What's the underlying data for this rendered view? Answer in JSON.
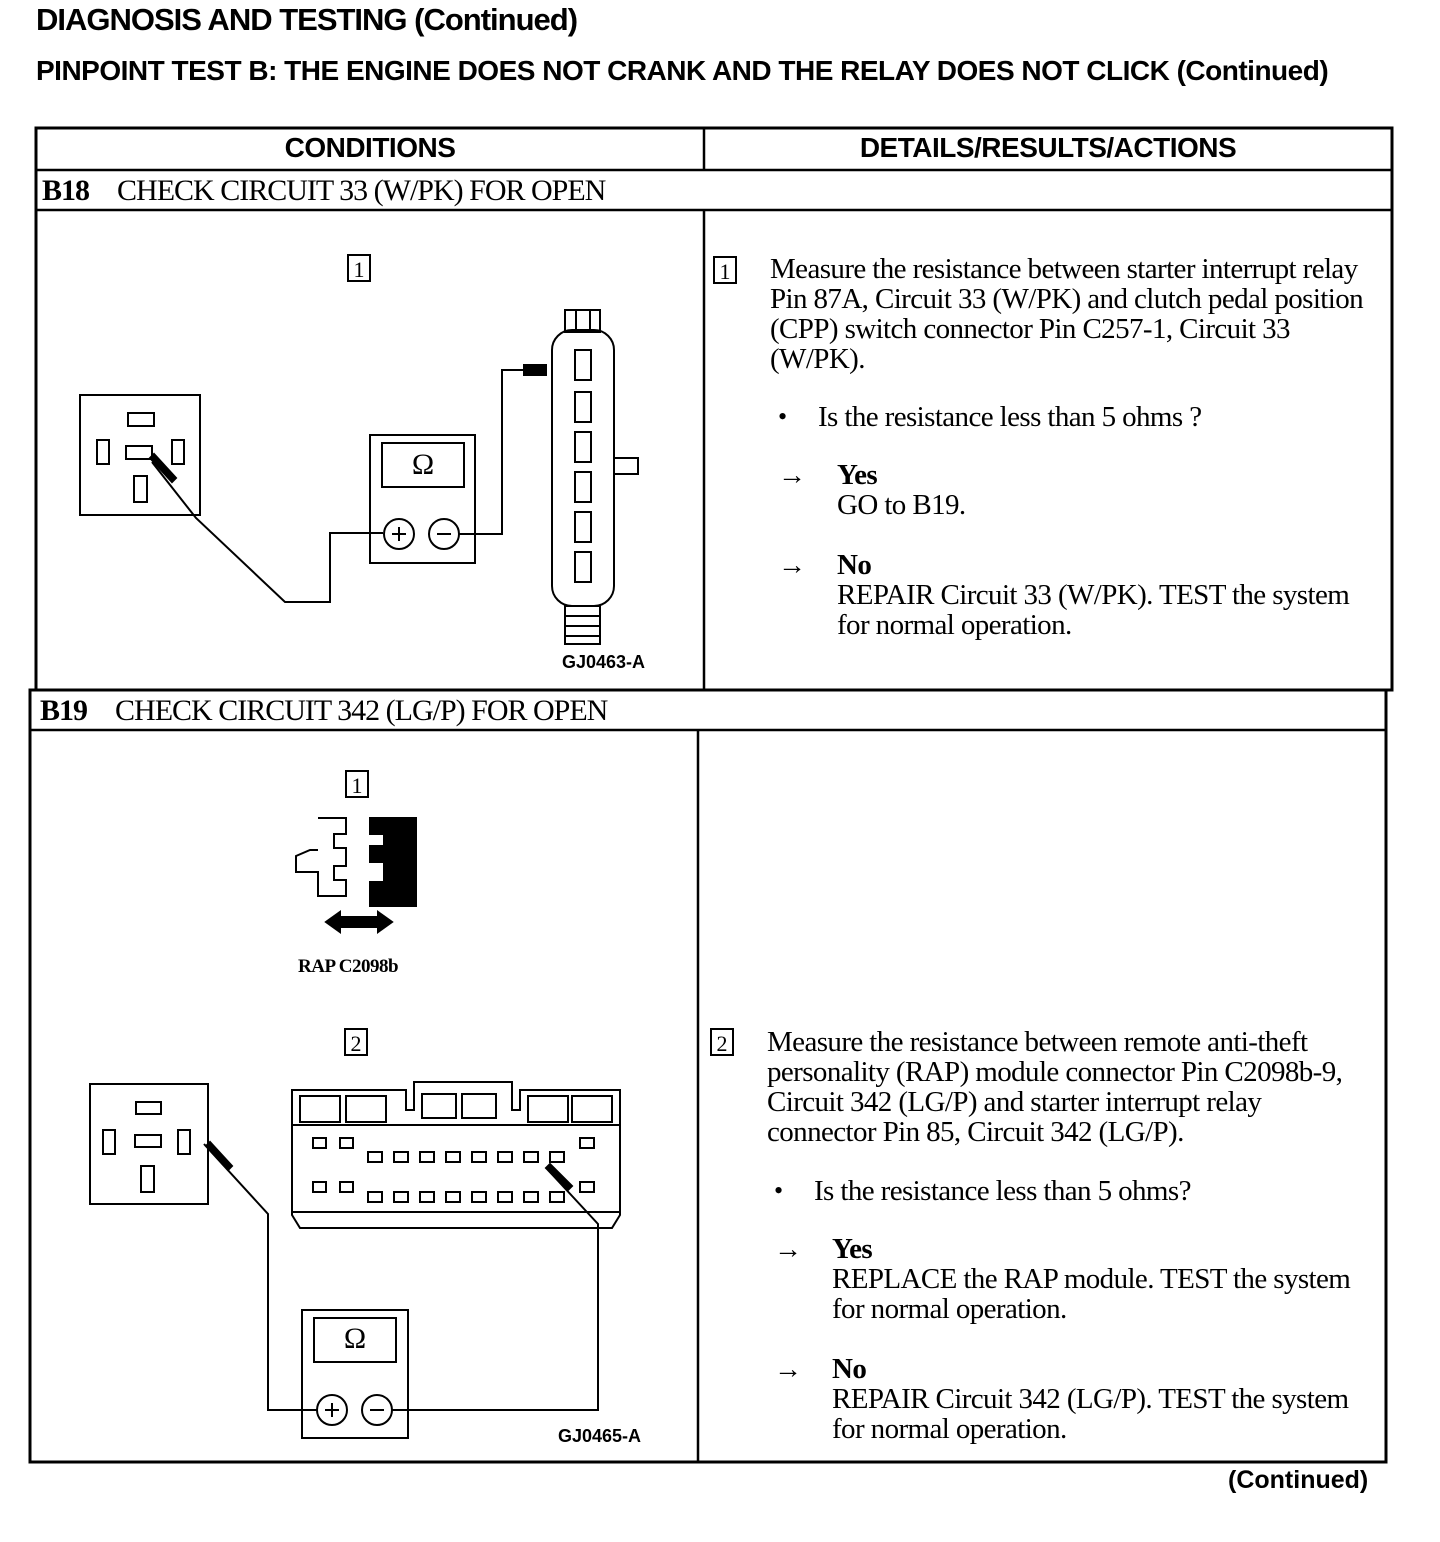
{
  "doc_title": "DIAGNOSIS AND TESTING (Continued)",
  "test_title": "PINPOINT TEST B:  THE ENGINE DOES NOT CRANK AND THE RELAY DOES NOT CLICK (Continued)",
  "columns": {
    "conditions": "CONDITIONS",
    "details": "DETAILS/RESULTS/ACTIONS"
  },
  "steps": [
    {
      "id": "B18",
      "title": "CHECK CIRCUIT 33 (W/PK) FOR OPEN",
      "figure_num": "1",
      "figure_id": "GJ0463-A",
      "meter_symbol": "Ω",
      "action_num": "1",
      "action": "Measure the resistance between starter interrupt relay Pin 87A, Circuit 33 (W/PK) and clutch pedal position (CPP) switch connector Pin C257-1, Circuit 33 (W/PK).",
      "question": "Is the resistance less than 5 ohms ?",
      "yes_label": "Yes",
      "yes_text": "GO to B19.",
      "no_label": "No",
      "no_text": "REPAIR Circuit 33 (W/PK). TEST the system for normal operation."
    },
    {
      "id": "B19",
      "title": "CHECK CIRCUIT 342 (LG/P) FOR OPEN",
      "figure1_num": "1",
      "figure1_caption": "RAP C2098b",
      "figure2_num": "2",
      "figure_id": "GJ0465-A",
      "meter_symbol": "Ω",
      "action_num": "2",
      "action": "Measure the resistance between remote anti-theft personality (RAP) module connector Pin C2098b-9, Circuit 342 (LG/P) and starter interrupt relay connector Pin 85, Circuit 342 (LG/P).",
      "question": "Is the resistance less than 5 ohms?",
      "yes_label": "Yes",
      "yes_text": "REPLACE the RAP module. TEST the system for normal operation.",
      "no_label": "No",
      "no_text": "REPAIR Circuit 342 (LG/P). TEST the system for normal operation."
    }
  ],
  "continued": "(Continued)",
  "icons": {
    "bullet": "•",
    "arrow": "→"
  }
}
